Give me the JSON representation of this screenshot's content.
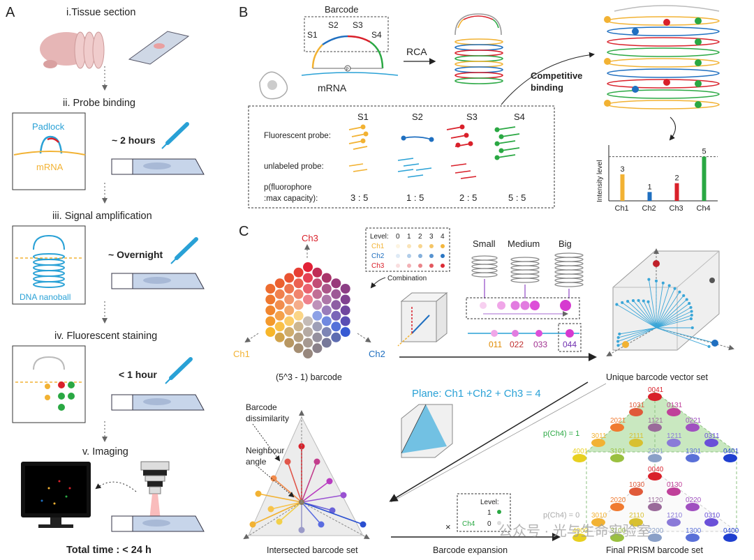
{
  "panel_a": {
    "letter": "A",
    "step1": "i.Tissue section",
    "step2": "ii. Probe binding",
    "step2_padlock": "Padlock",
    "step2_mrna": "mRNA",
    "step2_time": "~ 2 hours",
    "step3": "iii. Signal amplification",
    "step3_time": "~ Overnight",
    "step3_label": "DNA nanoball",
    "step4": "iv. Fluorescent staining",
    "step4_time": "< 1 hour",
    "step5": "v. Imaging",
    "total": "Total time : < 24 h"
  },
  "panel_b": {
    "letter": "B",
    "barcode": "Barcode",
    "s1": "S1",
    "s2": "S2",
    "s3": "S3",
    "s4": "S4",
    "p_marker": "P",
    "mrna": "mRNA",
    "rca": "RCA",
    "competitive1": "Competitive",
    "competitive2": "binding",
    "col_s1": "S1",
    "col_s2": "S2",
    "col_s3": "S3",
    "col_s4": "S4",
    "fluor_probe": "Fluorescent probe:",
    "unlabeled_probe": "unlabeled probe:",
    "p_label1": "p(fluorophore",
    "p_label2": ":max capacity):",
    "ratio1": "3 : 5",
    "ratio2": "1 : 5",
    "ratio3": "2 : 5",
    "ratio4": "5 : 5"
  },
  "chart_data": {
    "type": "bar",
    "categories": [
      "Ch1",
      "Ch2",
      "Ch3",
      "Ch4"
    ],
    "values": [
      3,
      1,
      2,
      5
    ],
    "colors": [
      "#f2b233",
      "#1f6fc0",
      "#d9202a",
      "#2aa843"
    ],
    "ylabel": "Intensity level",
    "ylim": [
      0,
      6
    ]
  },
  "panel_c": {
    "letter": "C",
    "ch3": "Ch3",
    "ch1": "Ch1",
    "ch2": "Ch2",
    "hex_caption": "(5^3 - 1) barcode",
    "legend_level": "Level:",
    "legend_levels": [
      "0",
      "1",
      "2",
      "3",
      "4"
    ],
    "legend_ch1": "Ch1",
    "legend_ch2": "Ch2",
    "legend_ch3": "Ch3",
    "combination": "Combination",
    "small": "Small",
    "medium": "Medium",
    "big": "Big",
    "code011": "011",
    "code022": "022",
    "code033": "033",
    "code044": "044",
    "unique_caption": "Unique barcode vector set",
    "plane_eq": "Plane: Ch1 +Ch2 + Ch3 = 4",
    "dissim1": "Barcode",
    "dissim2": "dissimilarity",
    "neigh1": "Neighbour",
    "neigh2": "angle",
    "intersect_caption": "Intersected barcode set",
    "exp_level": "Level:",
    "exp_1": "1",
    "exp_0": "0",
    "exp_ch4": "Ch4",
    "exp_x": "×",
    "expansion": "Barcode expansion",
    "final_caption": "Final PRISM barcode set",
    "pch4_1": "p(Ch4) = 1",
    "pch4_0": "p(Ch4) = 0",
    "pyr_top": [
      "0041",
      "1031",
      "0131",
      "2021",
      "1121",
      "0221",
      "3011",
      "2111",
      "1211",
      "0311",
      "4001",
      "3101",
      "2201",
      "1301",
      "0401"
    ],
    "pyr_bot": [
      "0040",
      "1030",
      "0130",
      "2020",
      "1120",
      "0220",
      "3010",
      "2110",
      "1210",
      "0310",
      "4000",
      "3100",
      "2200",
      "1300",
      "0400"
    ]
  },
  "watermark": "公众号 · 光与生命实验室"
}
